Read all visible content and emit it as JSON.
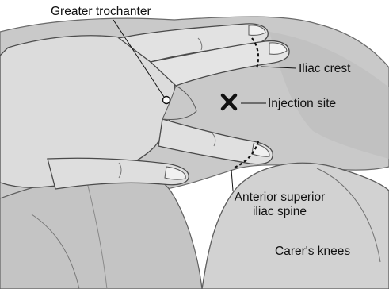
{
  "labels": {
    "greater_trochanter": "Greater trochanter",
    "iliac_crest": "Iliac crest",
    "injection_site": "Injection site",
    "anterior_superior_iliac_spine_line1": "Anterior superior",
    "anterior_superior_iliac_spine_line2": "iliac spine",
    "carers_knees": "Carer's knees"
  },
  "markers": {
    "injection_site_symbol": "×"
  }
}
